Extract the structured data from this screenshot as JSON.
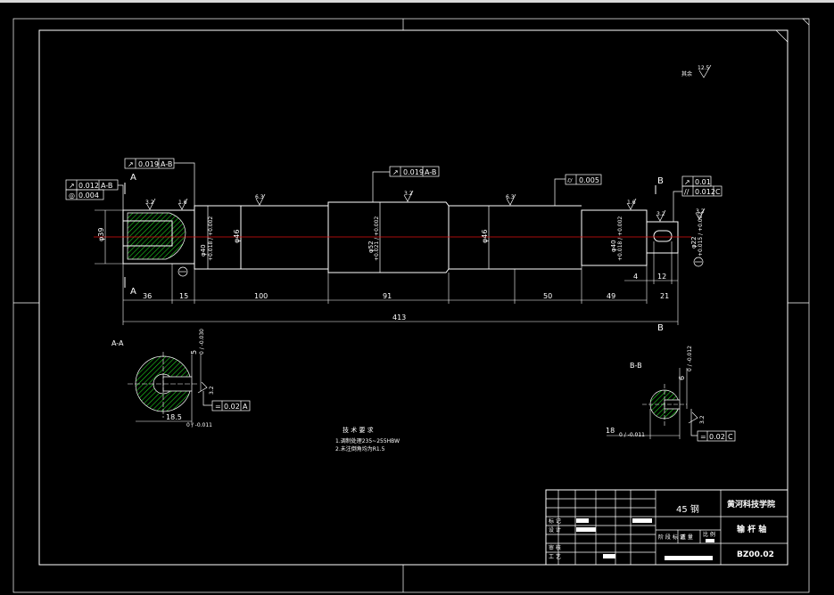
{
  "colors": {
    "background": "#000000",
    "line": "#ffffff",
    "centerline": "#e01010",
    "hatch": "#1fd21f"
  },
  "surface_finish_general": {
    "label": "其余",
    "value": "12.5"
  },
  "section_marks": {
    "a_top": "A",
    "a_bottom": "A",
    "b_top": "B",
    "b_bottom": "B"
  },
  "tolerance_frames": {
    "runout_left_1": {
      "symbol": "↗",
      "value": "0.019",
      "datum": "A-B"
    },
    "runout_left_2": {
      "symbol": "↗",
      "value": "0.012",
      "datum": "A-B"
    },
    "cyl_left": {
      "symbol": "◎",
      "value": "0.004"
    },
    "runout_mid": {
      "symbol": "↗",
      "value": "0.019",
      "datum": "A-B"
    },
    "cyl_mid": {
      "symbol": "⌭",
      "value": "0.005"
    },
    "runout_right": {
      "symbol": "↗",
      "value": "0.01"
    },
    "parallel_right": {
      "symbol": "//",
      "value": "0.012",
      "datum": "C"
    },
    "sym_aa": {
      "symbol": "=",
      "value": "0.02",
      "datum": "A"
    },
    "sym_bb": {
      "symbol": "=",
      "value": "0.02",
      "datum": "C"
    }
  },
  "roughness_marks": [
    "3.2",
    "1.6",
    "6.3",
    "3.2",
    "6.3",
    "1.6",
    "3.2",
    "3.2"
  ],
  "diameters": {
    "left_end": "φ39",
    "left_journal": "φ40",
    "left_journal_tol": "+0.018 / +0.002",
    "body_left": "φ46",
    "middle": "φ52",
    "middle_tol": "+0.021 / +0.002",
    "body_right": "φ46",
    "right_journal": "φ40",
    "right_journal_tol": "+0.018 / +0.002",
    "right_end": "φ22",
    "right_end_tol": "+0.015 / +0.002"
  },
  "lengths": [
    "36",
    "15",
    "100",
    "91",
    "50",
    "49",
    "4",
    "12",
    "21"
  ],
  "total_length": "413",
  "section_aa": {
    "title": "A-A",
    "key_width": "5",
    "key_width_tol": "0 / -0.030",
    "depth": "18.5",
    "depth_tol": "0 / -0.011",
    "roughness": "3.2"
  },
  "section_bb": {
    "title": "B-B",
    "key_width": "6",
    "key_width_tol": "0 / -0.012",
    "depth": "18",
    "depth_tol": "0 / -0.011",
    "roughness": "3.2"
  },
  "tech_requirements": {
    "title": "技 术 要 求",
    "items": [
      "1.调制处理235~255HBW",
      "2.未注倒角均为R1.5"
    ]
  },
  "title_block": {
    "material": "45 钢",
    "school": "黄河科技学院",
    "part_name": "输 杆 轴",
    "drawing_no": "BZ00.02",
    "row_labels": [
      "标 记",
      "设 计",
      "审 核",
      "工 艺"
    ],
    "scale_labels": [
      "阶 段 标 记",
      "重 量",
      "比 例"
    ]
  }
}
